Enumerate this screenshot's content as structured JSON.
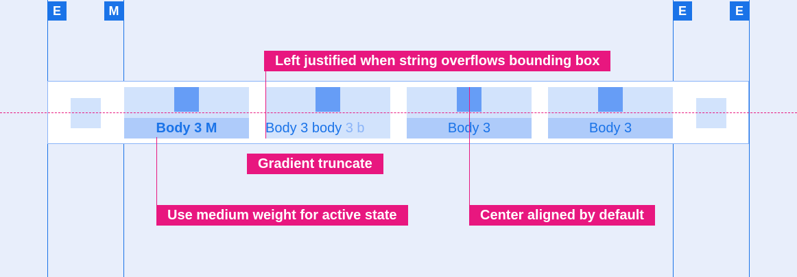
{
  "markers": {
    "e1": "E",
    "m": "M",
    "e2": "E",
    "e3": "E"
  },
  "tabs": [
    {
      "label": "Body 3 M",
      "state": "active"
    },
    {
      "label": "Body 3 body ",
      "fade": "3 b",
      "state": "truncated"
    },
    {
      "label": "Body 3",
      "state": "default"
    },
    {
      "label": "Body 3",
      "state": "default"
    }
  ],
  "callouts": {
    "left_justified": "Left justified when string overflows bounding box",
    "gradient_truncate": "Gradient truncate",
    "medium_weight": "Use medium weight for active state",
    "center_aligned": "Center aligned by default"
  },
  "colors": {
    "guide": "#1a73e8",
    "annotation": "#e8177f",
    "background": "#e8eefb"
  }
}
